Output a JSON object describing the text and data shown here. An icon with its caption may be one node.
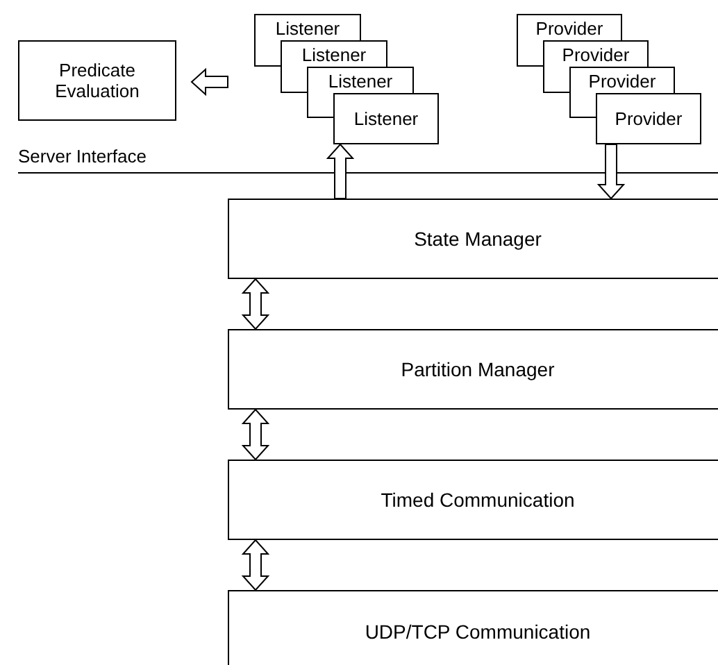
{
  "diagram": {
    "nodes": [
      {
        "text": [
          "Predicate Evaluation"
        ]
      },
      {
        "text": [
          "Listener"
        ]
      },
      {
        "text": [
          "Listener"
        ]
      },
      {
        "text": [
          "Listener"
        ]
      },
      {
        "text": [
          "Listener"
        ]
      },
      {
        "text": [
          "Provider"
        ]
      },
      {
        "text": [
          "Provider"
        ]
      },
      {
        "text": [
          "Provider"
        ]
      },
      {
        "text": [
          "Provider"
        ]
      },
      {
        "text": [
          "State Manager"
        ]
      },
      {
        "text": [
          "Partition Manager"
        ]
      },
      {
        "text": [
          "Timed Communication"
        ]
      },
      {
        "text": [
          "UDP/TCP Communication"
        ]
      }
    ],
    "edges": [
      {
        "from": 1,
        "to": 0,
        "arrow": "to"
      },
      {
        "from": 9,
        "to": 4,
        "arrow": "to"
      },
      {
        "from": 8,
        "to": 9,
        "arrow": "to"
      },
      {
        "from": 9,
        "to": 10,
        "arrow": "both"
      },
      {
        "from": 10,
        "to": 11,
        "arrow": "both"
      },
      {
        "from": 11,
        "to": 12,
        "arrow": "both"
      }
    ],
    "labels": [
      "Server Interface"
    ]
  }
}
